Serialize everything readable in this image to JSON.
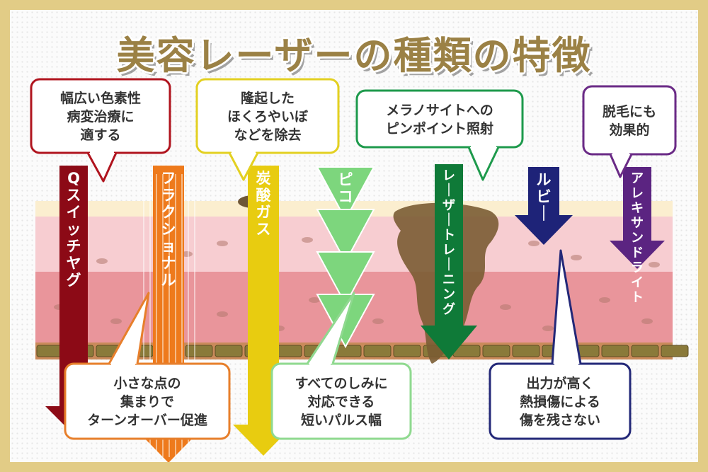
{
  "title": "美容レーザーの種類の特徴",
  "lasers": [
    {
      "name": "Qスイッチヤグ",
      "color": "#8c0a16"
    },
    {
      "name": "フラクショナル",
      "color": "#ee7a1c"
    },
    {
      "name": "炭酸ガス",
      "color": "#e8cc10"
    },
    {
      "name": "ピコ",
      "color": "#7dd67d"
    },
    {
      "name": "レーザートレーニング",
      "color": "#0f7a38"
    },
    {
      "name": "ルビー",
      "color": "#1e2378"
    },
    {
      "name": "アレキサンドライト",
      "color": "#5b2481"
    }
  ],
  "callouts": [
    {
      "lines": [
        "幅広い色素性",
        "病変治療に",
        "適する"
      ],
      "border": "#b0141e"
    },
    {
      "lines": [
        "隆起した",
        "ほくろやいぼ",
        "などを除去"
      ],
      "border": "#e3d021"
    },
    {
      "lines": [
        "メラノサイトへの",
        "ピンポイント照射"
      ],
      "border": "#1e9a4c"
    },
    {
      "lines": [
        "脱毛にも",
        "効果的"
      ],
      "border": "#6a2a86"
    },
    {
      "lines": [
        "小さな点の",
        "集まりで",
        "ターンオーバー促進"
      ],
      "border": "#e77f2b"
    },
    {
      "lines": [
        "すべてのしみに",
        "対応できる",
        "短いパルス幅"
      ],
      "border": "#8fd98f"
    },
    {
      "lines": [
        "出力が高く",
        "熱損傷による",
        "傷を残さない"
      ],
      "border": "#232878"
    }
  ]
}
